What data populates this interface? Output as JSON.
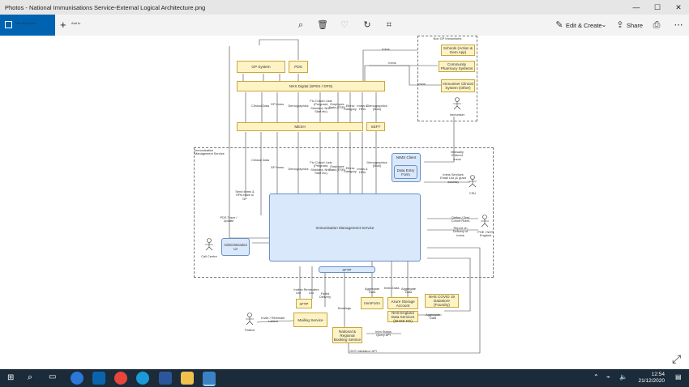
{
  "window": {
    "title": "Photos - National Immunisations Service-External Logical Architecture.png",
    "min": "—",
    "max": "☐",
    "close": "✕"
  },
  "toolbar": {
    "see_all": "See all photos",
    "add_to": "Add to",
    "edit_create": "Edit & Create",
    "share": "Share"
  },
  "diagram": {
    "non_gp": "Non GP Immunisers",
    "ims_boundary": "Immunisation Management Service",
    "boxes": {
      "gp_system": "GP System",
      "pds": "PDS",
      "nhs_digital": "NHS Digital (SPES / DPS)",
      "mesh": "MESH",
      "seft": "SEFT",
      "schools": "Schools (Action & Gem App)",
      "community_pharmacy": "Community Pharmacy Systems",
      "immuniser_clinical": "Immuniser Clinical System (Other)",
      "nims_client": "NIMS Client",
      "data_entry": "Data Entry Form",
      "ims": "Immunisation Management Service",
      "admin_ui": "Administration UI",
      "sftp_bar": "sFTP",
      "sftp_small": "sFTP",
      "mailing": "Mailing Service",
      "nbs": "National & Regional Booking Service",
      "immform": "ImmForm",
      "azure": "Azure Storage Account",
      "nhsds": "NHS England Data Services (NHSE DS)",
      "covid": "NHS COVID 19 Datastore (Foundry)"
    },
    "actors": {
      "immuniser": "Immuniser",
      "csu": "CSU",
      "phe": "PHE / NHS England",
      "call_centre": "Call Centre",
      "patient": "Patient"
    },
    "labels": {
      "clinical_data": "Clinical Data",
      "gp_imms": "GP Imms",
      "demographics": "Demographics",
      "flu_cohort": "Flu Cohort Lists (Pregnant, Shielded, NHS Staff etc)",
      "employee_data": "Employee Data (ESR)",
      "ethnic_category": "Ethnic Category",
      "imms_hfts": "Imms & HFts",
      "demographics_bulk": "Demographics (Bulk)",
      "send_imms": "Send Imms & HFts back to GP",
      "pds_trace": "PDS Trace / Update",
      "manually_entered": "Manually Entered Imms",
      "imms_services": "Imms Services Email List (& grant access)",
      "define_cohort": "Define / Test Cohort Rules",
      "report_delivery": "Report on Delivery of Imms",
      "invites": "Invites List",
      "reminders": "Reminders List",
      "failed_delivery": "Failed Delivery",
      "bookings": "Bookings",
      "aggregate_data": "Aggregate Data",
      "imms_data": "Imms Data",
      "invite_letters": "Invite / Reminder Letters",
      "imm_status": "Imm Status Query API",
      "ods_validation": "ODS Validation API",
      "imms": "Imms"
    }
  },
  "clock": {
    "time": "12:54",
    "date": "21/12/2020"
  },
  "colors": {
    "accent": "#0063b1",
    "taskbar": "#1c2b3a",
    "yellow_box": "#fdf3c4",
    "blue_box": "#dae8fc"
  }
}
